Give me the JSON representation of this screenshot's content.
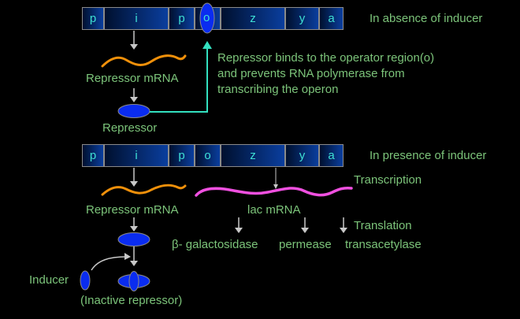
{
  "genes": [
    "p",
    "i",
    "p",
    "o",
    "z",
    "y",
    "a"
  ],
  "colors": {
    "label_text": "#7cc47a",
    "gene_letter": "#3ee0d6",
    "protein_blue": "#0a2cf0",
    "repressor_mrna": "#f0900a",
    "lac_mrna": "#f050e0",
    "binding_arrow": "#33e0c0",
    "arrow_gray": "#c8c8c8",
    "background": "#000000"
  },
  "top_panel": {
    "condition_label": "In absence of inducer",
    "repressor_mrna_label": "Repressor mRNA",
    "repressor_label": "Repressor",
    "explanation_lines": [
      "Repressor binds to the operator region(o)",
      "and prevents RNA polymerase from",
      "transcribing the operon"
    ]
  },
  "bottom_panel": {
    "condition_label": "In presence of inducer",
    "repressor_mrna_label": "Repressor mRNA",
    "lac_mrna_label": "lac mRNA",
    "transcription_label": "Transcription",
    "translation_label": "Translation",
    "products": [
      "β- galactosidase",
      "permease",
      "transacetylase"
    ],
    "inducer_label": "Inducer",
    "inactive_repressor_label": "(Inactive repressor)"
  }
}
